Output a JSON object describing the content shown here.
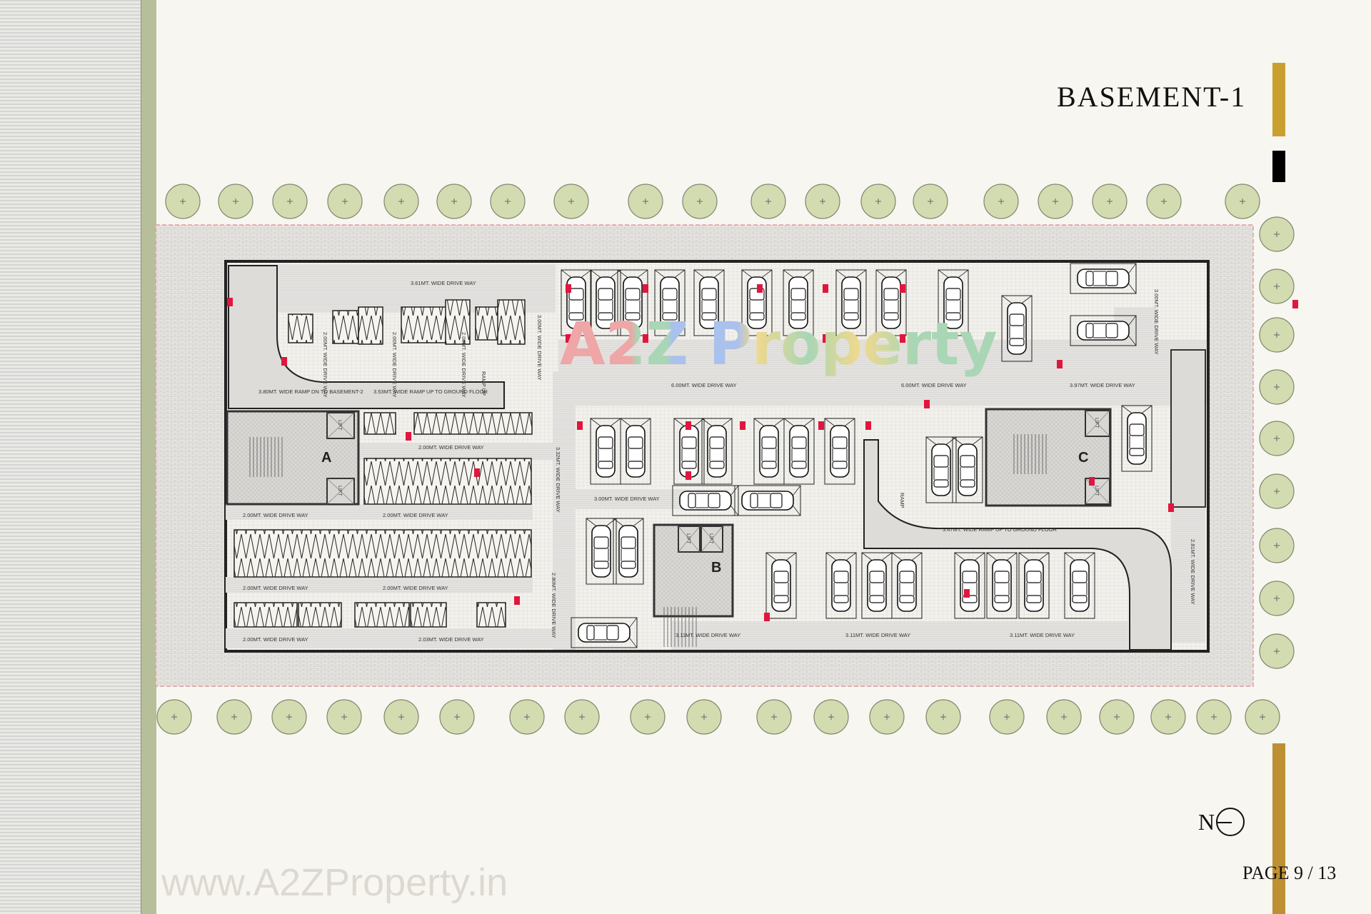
{
  "page": {
    "title": "BASEMENT-1",
    "page_number": "PAGE 9 / 13",
    "north_label": "N",
    "watermark_url": "www.A2ZProperty.in",
    "watermark_logo": "A2Z Property",
    "accent_gold": "#c9a030",
    "accent_black": "#000000"
  },
  "plan": {
    "cores": [
      "A",
      "B",
      "C"
    ],
    "labels": [
      "3.61MT. WIDE DRIVE WAY",
      "2.00MT. WIDE DRIVE WAY",
      "2.00MT. WIDE DRIVE WAY",
      "2.00MT. WIDE DRIVE WAY",
      "3.00MT. WIDE DRIVE WAY",
      "3.80MT. WIDE RAMP DN TO BASEMENT-2",
      "3.53MT. WIDE RAMP UP TO GROUND FLOOR",
      "RAMP UP",
      "6.00MT. WIDE DRIVE WAY",
      "6.00MT. WIDE DRIVE WAY",
      "3.97MT. WIDE DRIVE WAY",
      "3.00MT. WIDE DRIVE WAY",
      "2.00MT. WIDE DRIVE WAY",
      "3.32MT. WIDE DRIVE WAY",
      "2.00MT. WIDE DRIVE WAY",
      "2.00MT. WIDE DRIVE WAY",
      "2.00MT. WIDE DRIVE WAY",
      "2.00MT. WIDE DRIVE WAY",
      "2.00MT. WIDE DRIVE WAY",
      "2.03MT. WIDE DRIVE WAY",
      "2.80MT. WIDE DRIVE WAY",
      "3.00MT. WIDE DRIVE WAY",
      "RAMP",
      "3.47MT. WIDE RAMP UP TO GROUND FLOOR",
      "2.81MT. WIDE DRIVE WAY",
      "3.11MT. WIDE DRIVE WAY",
      "3.11MT. WIDE DRIVE WAY",
      "3.11MT. WIDE DRIVE WAY"
    ],
    "lift_label": "LIFT"
  }
}
